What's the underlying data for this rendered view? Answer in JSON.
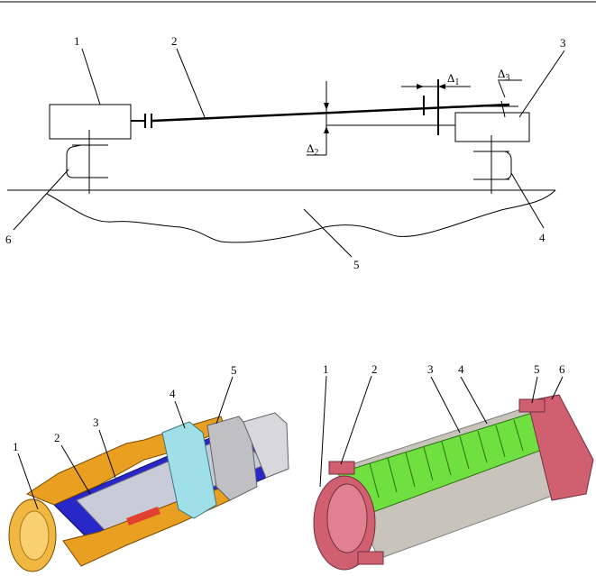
{
  "figure_top": {
    "labels": {
      "n1": "1",
      "n2": "2",
      "n3": "3",
      "n4": "4",
      "n5": "5",
      "n6": "6",
      "delta1": "Δ",
      "delta1_sub": "1",
      "delta2": "Δ",
      "delta2_sub": "2",
      "delta3": "Δ",
      "delta3_sub": "3"
    }
  },
  "figure_bottom_left": {
    "labels": {
      "n1": "1",
      "n2": "2",
      "n3": "3",
      "n4": "4",
      "n5": "5"
    },
    "colors": {
      "body": "#e9a020",
      "inner": "#2828c8",
      "core": "#c8ccd8",
      "nut": "#9fe0e8",
      "accent": "#e04030"
    }
  },
  "figure_bottom_right": {
    "labels": {
      "n1": "1",
      "n2": "2",
      "n3": "3",
      "n4": "4",
      "n5": "5",
      "n6": "6"
    },
    "colors": {
      "end": "#d06070",
      "bellows": "#70e040",
      "braid": "#c8c4bc"
    }
  }
}
